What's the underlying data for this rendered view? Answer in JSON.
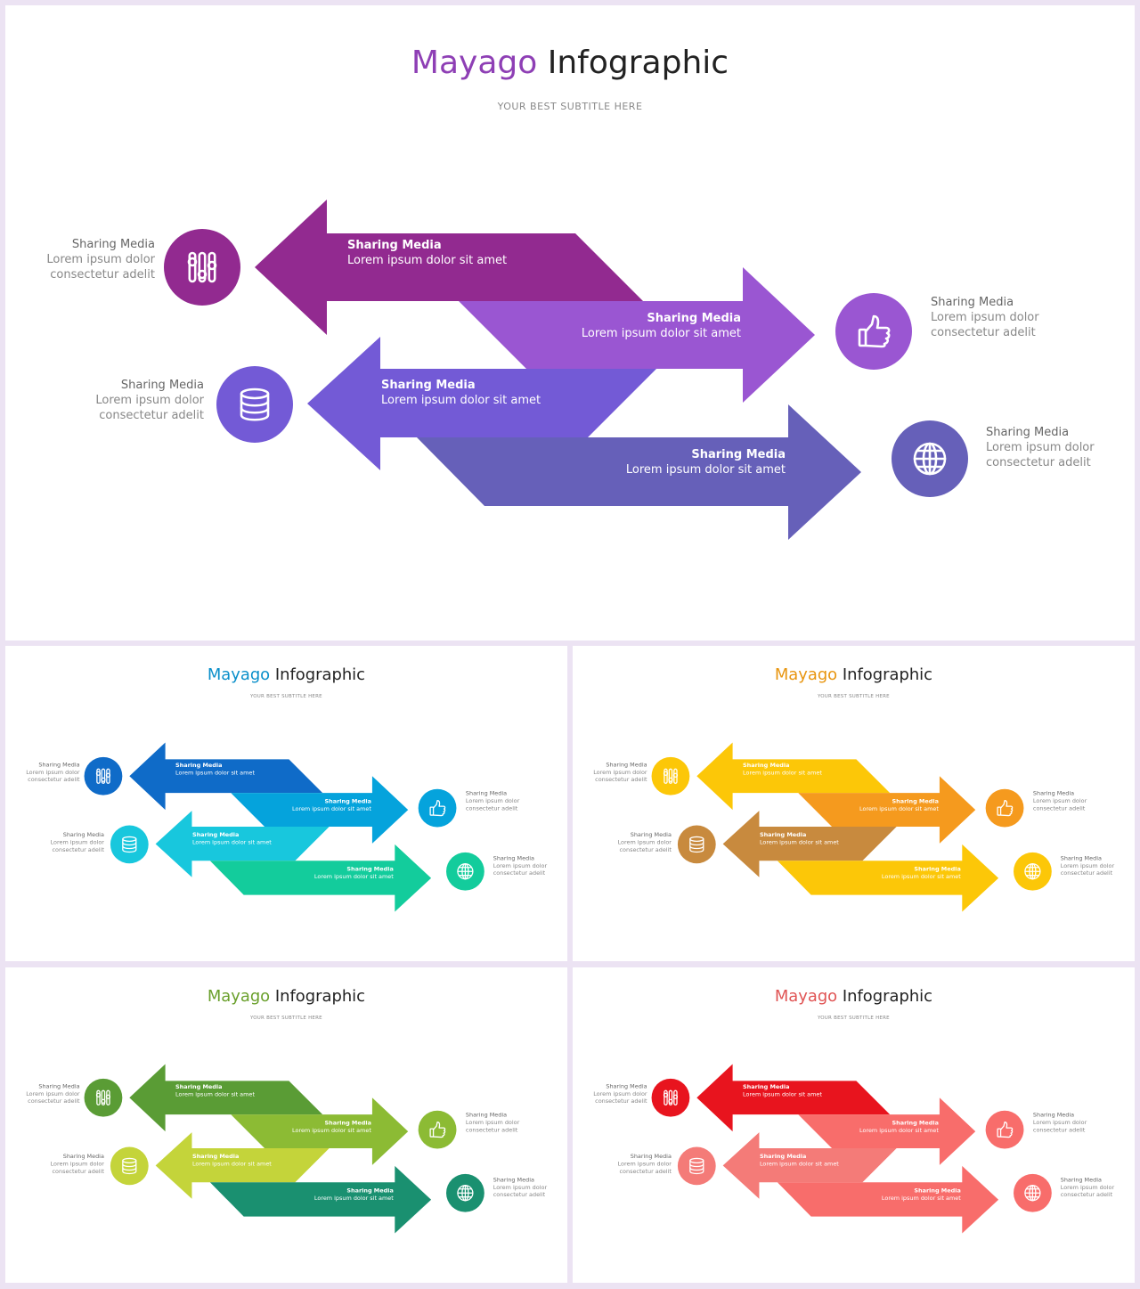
{
  "slides": [
    {
      "id": "main",
      "title_accent": "Mayago",
      "title_rest": "Infographic",
      "subtitle": "YOUR BEST SUBTITLE  HERE",
      "accent": "#8e3fb5",
      "colors": {
        "arrow1": "#922a90",
        "arrow2": "#9a56d2",
        "arrow3": "#735ad6",
        "arrow4": "#6660b9",
        "circle1": "#922a90",
        "circle2": "#9a56d2",
        "circle3": "#735ad6",
        "circle4": "#6660b9"
      }
    },
    {
      "id": "blue",
      "title_accent": "Mayago",
      "title_rest": "Infographic",
      "subtitle": "YOUR BEST SUBTITLE  HERE",
      "accent": "#0a8fca",
      "colors": {
        "arrow1": "#0f6bc8",
        "arrow2": "#05a3dc",
        "arrow3": "#18c7dd",
        "arrow4": "#13cc9c",
        "circle1": "#0f6bc8",
        "circle2": "#05a3dc",
        "circle3": "#18c7dd",
        "circle4": "#13cc9c"
      }
    },
    {
      "id": "orange",
      "title_accent": "Mayago",
      "title_rest": "Infographic",
      "subtitle": "YOUR BEST SUBTITLE  HERE",
      "accent": "#e8950f",
      "colors": {
        "arrow1": "#fcc708",
        "arrow2": "#f59a1e",
        "arrow3": "#c88a3e",
        "arrow4": "#fcc708",
        "circle1": "#fcc708",
        "circle2": "#f59a1e",
        "circle3": "#c88a3e",
        "circle4": "#fcc708"
      }
    },
    {
      "id": "green",
      "title_accent": "Mayago",
      "title_rest": "Infographic",
      "subtitle": "YOUR BEST SUBTITLE  HERE",
      "accent": "#6aa02c",
      "colors": {
        "arrow1": "#5a9c35",
        "arrow2": "#8cbb34",
        "arrow3": "#c4d43a",
        "arrow4": "#1a9070",
        "circle1": "#5a9c35",
        "circle2": "#8cbb34",
        "circle3": "#c4d43a",
        "circle4": "#1a9070"
      }
    },
    {
      "id": "red",
      "title_accent": "Mayago",
      "title_rest": "Infographic",
      "subtitle": "YOUR BEST SUBTITLE  HERE",
      "accent": "#e05454",
      "colors": {
        "arrow1": "#e8141e",
        "arrow2": "#f86d6b",
        "arrow3": "#f47b78",
        "arrow4": "#f86d6b",
        "circle1": "#e8141e",
        "circle2": "#f86d6b",
        "circle3": "#f47b78",
        "circle4": "#f86d6b"
      }
    }
  ],
  "items": [
    {
      "heading": "Sharing Media",
      "arrow_text": "Lorem ipsum dolor sit amet",
      "side_line1": "Lorem ipsum dolor",
      "side_line2": "consectetur adelit",
      "icon": "sliders-icon"
    },
    {
      "heading": "Sharing Media",
      "arrow_text": "Lorem ipsum dolor sit amet",
      "side_line1": "Lorem ipsum dolor",
      "side_line2": "consectetur adelit",
      "icon": "thumbs-up-icon"
    },
    {
      "heading": "Sharing Media",
      "arrow_text": "Lorem ipsum dolor sit amet",
      "side_line1": "Lorem ipsum dolor",
      "side_line2": "consectetur adelit",
      "icon": "database-icon"
    },
    {
      "heading": "Sharing Media",
      "arrow_text": "Lorem ipsum dolor sit amet",
      "side_line1": "Lorem ipsum dolor",
      "side_line2": "consectetur adelit",
      "icon": "globe-icon"
    }
  ],
  "colors": {
    "page_bg": "#ece3f3",
    "slide_bg": "#ffffff",
    "title_dark": "#222222",
    "label_gray": "#666666",
    "subtitle_gray": "#8a8a8a"
  }
}
